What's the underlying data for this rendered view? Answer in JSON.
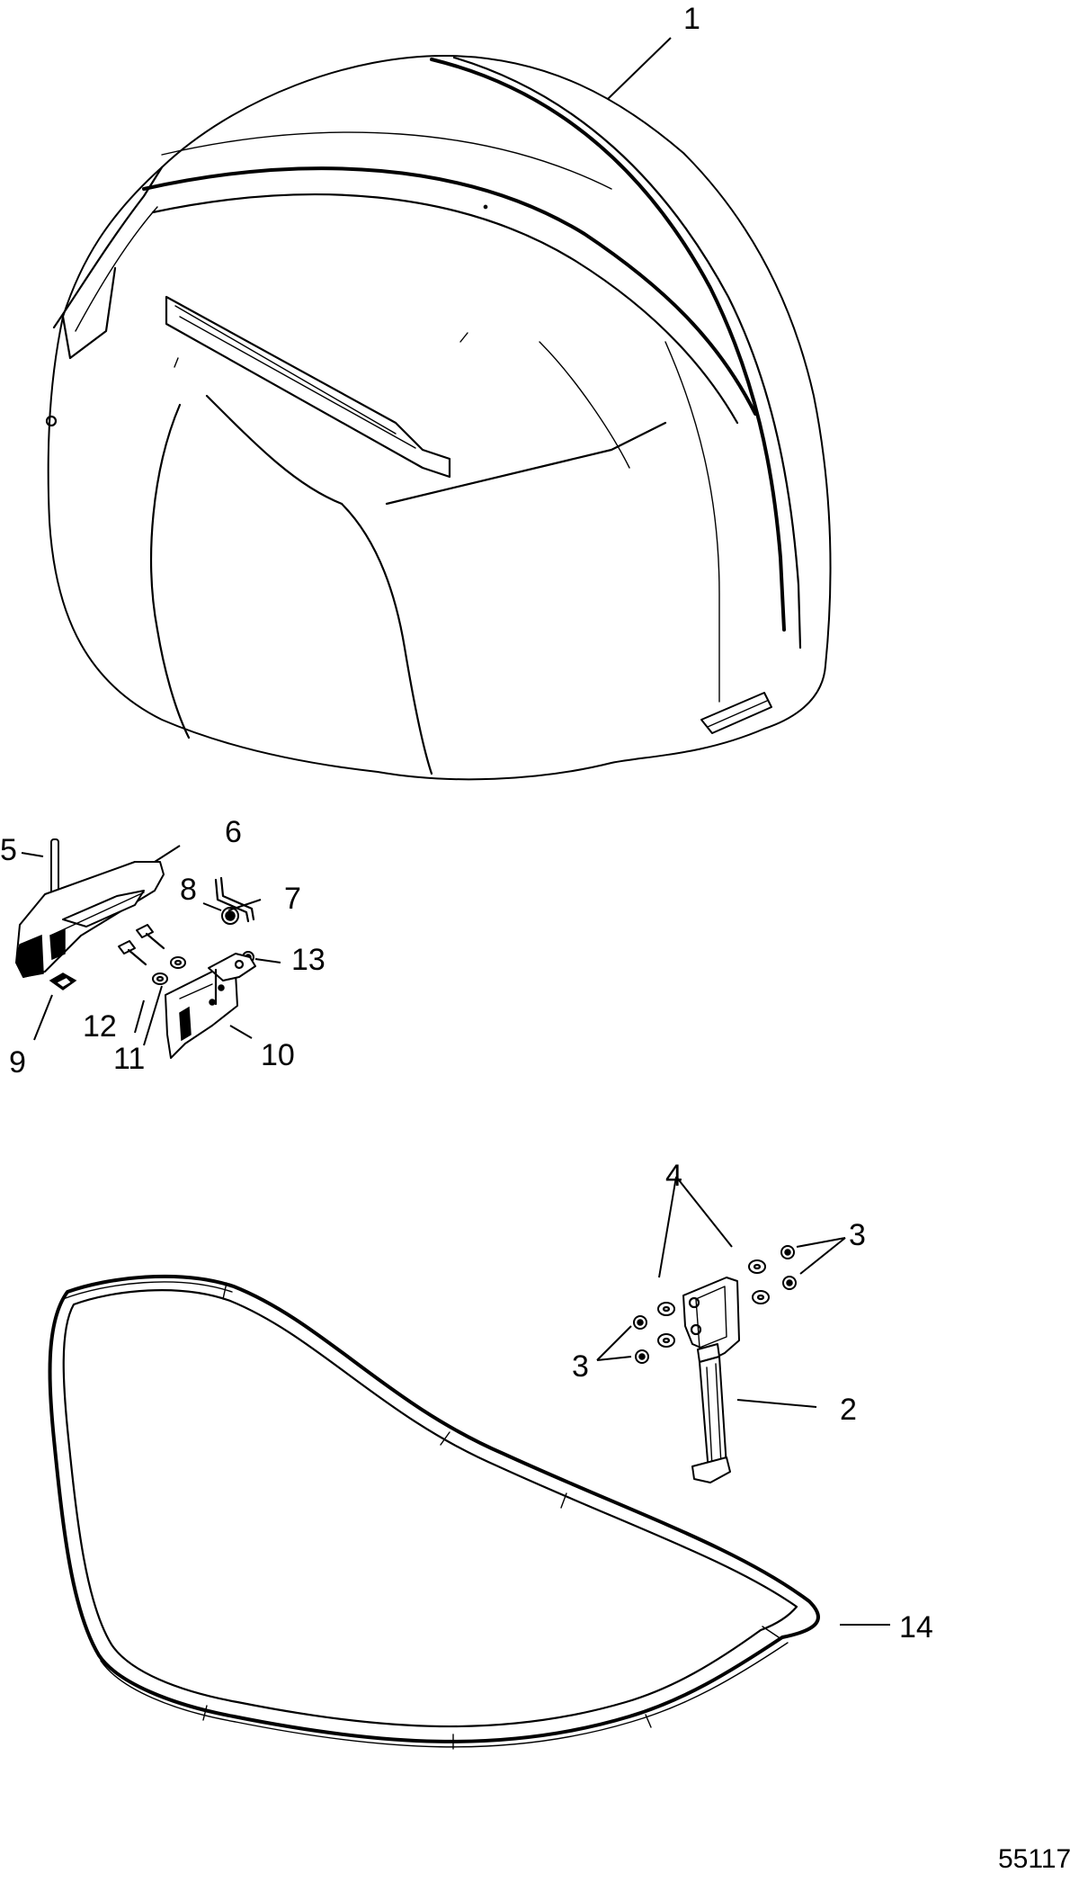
{
  "callouts": {
    "c1": "1",
    "c2": "2",
    "c3a": "3",
    "c3b": "3",
    "c4": "4",
    "c5": "5",
    "c6": "6",
    "c7": "7",
    "c8": "8",
    "c9": "9",
    "c10": "10",
    "c11": "11",
    "c12": "12",
    "c13": "13",
    "c14": "14"
  },
  "document_id": "55117"
}
